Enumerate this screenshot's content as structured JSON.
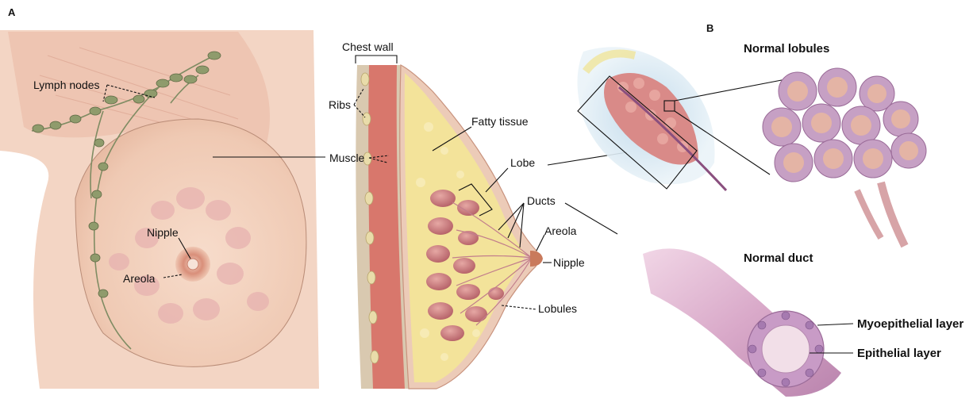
{
  "panels": {
    "a": "A",
    "b": "B"
  },
  "front_view": {
    "lymph_nodes": "Lymph nodes",
    "nipple": "Nipple",
    "areola": "Areola"
  },
  "cross_section": {
    "chest_wall": "Chest wall",
    "ribs": "Ribs",
    "muscle": "Muscle",
    "fatty_tissue": "Fatty tissue",
    "lobe": "Lobe",
    "ducts": "Ducts",
    "areola": "Areola",
    "nipple": "Nipple",
    "lobules": "Lobules"
  },
  "detail": {
    "normal_lobules": "Normal lobules",
    "normal_duct": "Normal duct",
    "myoepithelial_layer": "Myoepithelial layer",
    "epithelial_layer": "Epithelial layer"
  }
}
